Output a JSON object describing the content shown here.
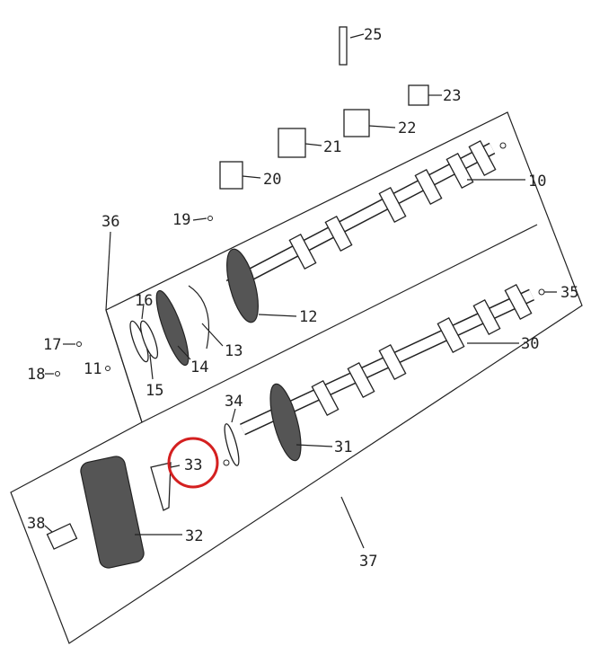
{
  "diagram": {
    "title": "Camshaft assembly exploded view",
    "highlight_color": "#d42020",
    "highlighted_part": "33",
    "callouts": [
      "25",
      "23",
      "22",
      "21",
      "20",
      "10",
      "19",
      "36",
      "12",
      "13",
      "14",
      "16",
      "15",
      "17",
      "18",
      "11",
      "35",
      "30",
      "34",
      "31",
      "33",
      "32",
      "38",
      "37"
    ]
  }
}
